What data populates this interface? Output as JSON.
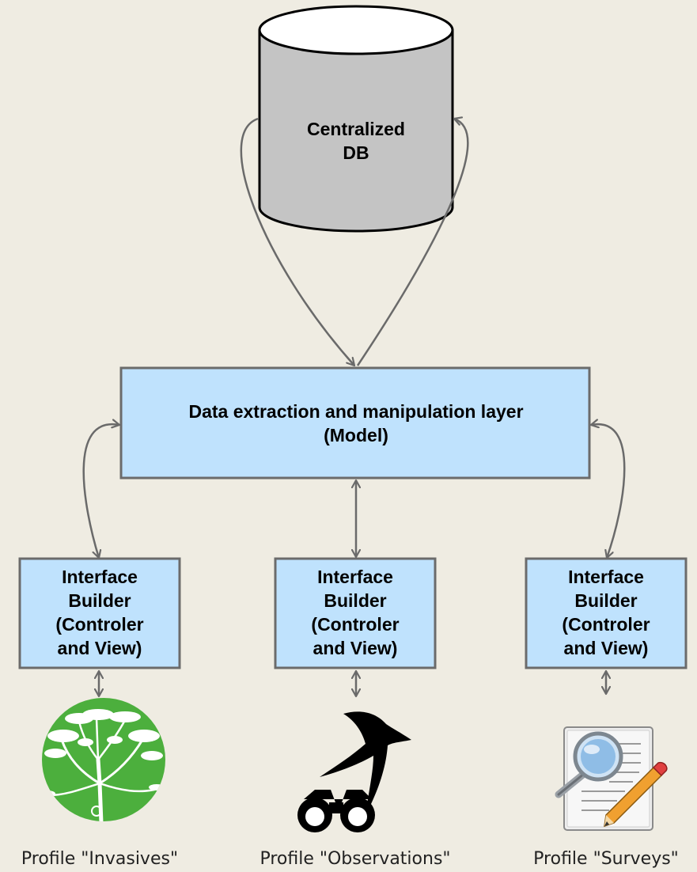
{
  "database": {
    "label_lines": [
      "Centralized",
      "DB"
    ]
  },
  "model_layer": {
    "label_lines": [
      "Data extraction and manipulation layer",
      "(Model)"
    ]
  },
  "builders": [
    {
      "label_lines": [
        "Interface",
        "Builder",
        "(Controler",
        "and View)"
      ]
    },
    {
      "label_lines": [
        "Interface",
        "Builder",
        "(Controler",
        "and View)"
      ]
    },
    {
      "label_lines": [
        "Interface",
        "Builder",
        "(Controler",
        "and View)"
      ]
    }
  ],
  "profiles": [
    {
      "label": "Profile \"Invasives\"",
      "icon": "plant-icon"
    },
    {
      "label": "Profile \"Observations\"",
      "icon": "bird-binoculars-icon"
    },
    {
      "label": "Profile \"Surveys\"",
      "icon": "survey-document-icon"
    }
  ],
  "colors": {
    "background": "#efece2",
    "box_fill": "#bfe2fd",
    "box_stroke": "#6b6b6b",
    "db_fill": "#c4c4c4",
    "db_top": "#ffffff",
    "connector": "#6a6a6a",
    "plant_green": "#4caf3d"
  }
}
